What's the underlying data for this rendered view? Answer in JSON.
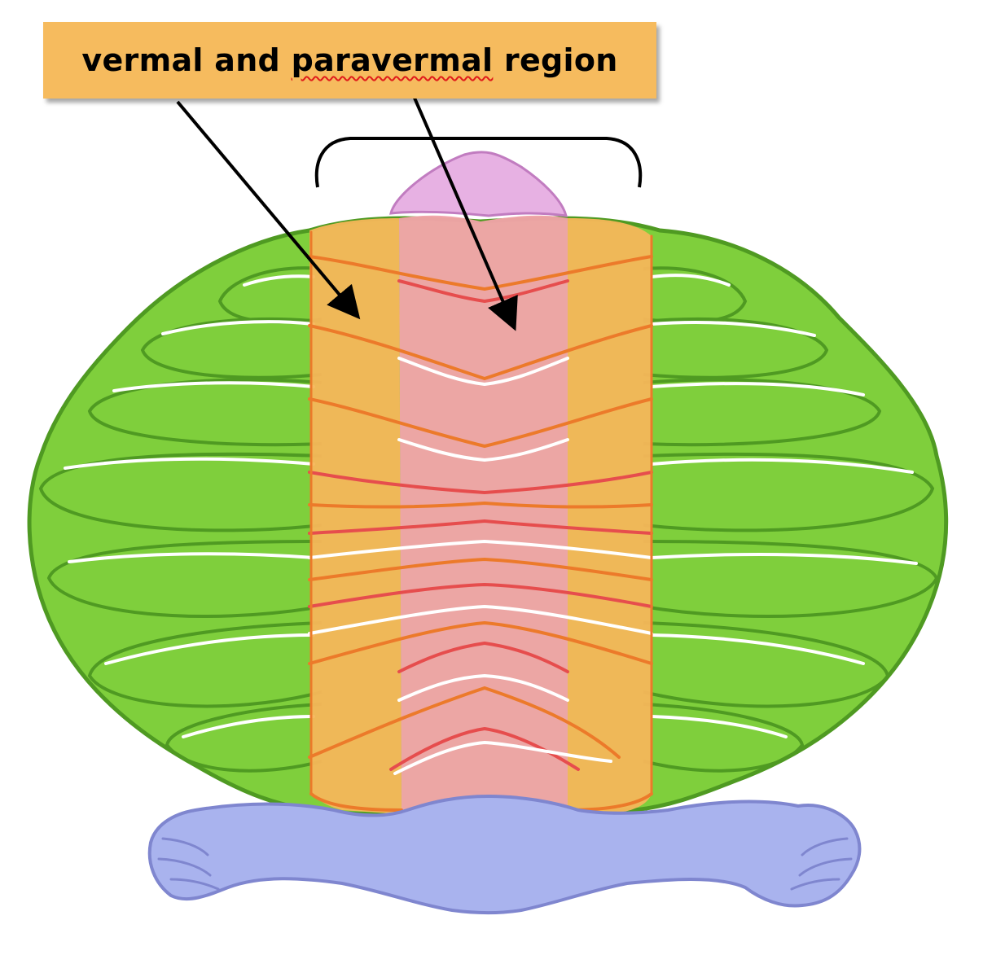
{
  "label": {
    "before": "vermal and ",
    "flagged_word": "paravermal",
    "after": " region"
  },
  "colors": {
    "hemisphere": "#7fcf3c",
    "hemisphere_outline": "#4f9a22",
    "paravermis": "#f6b65a",
    "vermis": "#f2a3aa",
    "fissure_orange": "#ec7a2a",
    "fissure_red": "#e64d4d",
    "brainstem": "#a9b3ee",
    "brainstem_outline": "#7f86cf",
    "nodule_top": "#e7b1e3",
    "label_background": "#f6bb5e",
    "spellcheck_underline": "#e01a1a"
  }
}
